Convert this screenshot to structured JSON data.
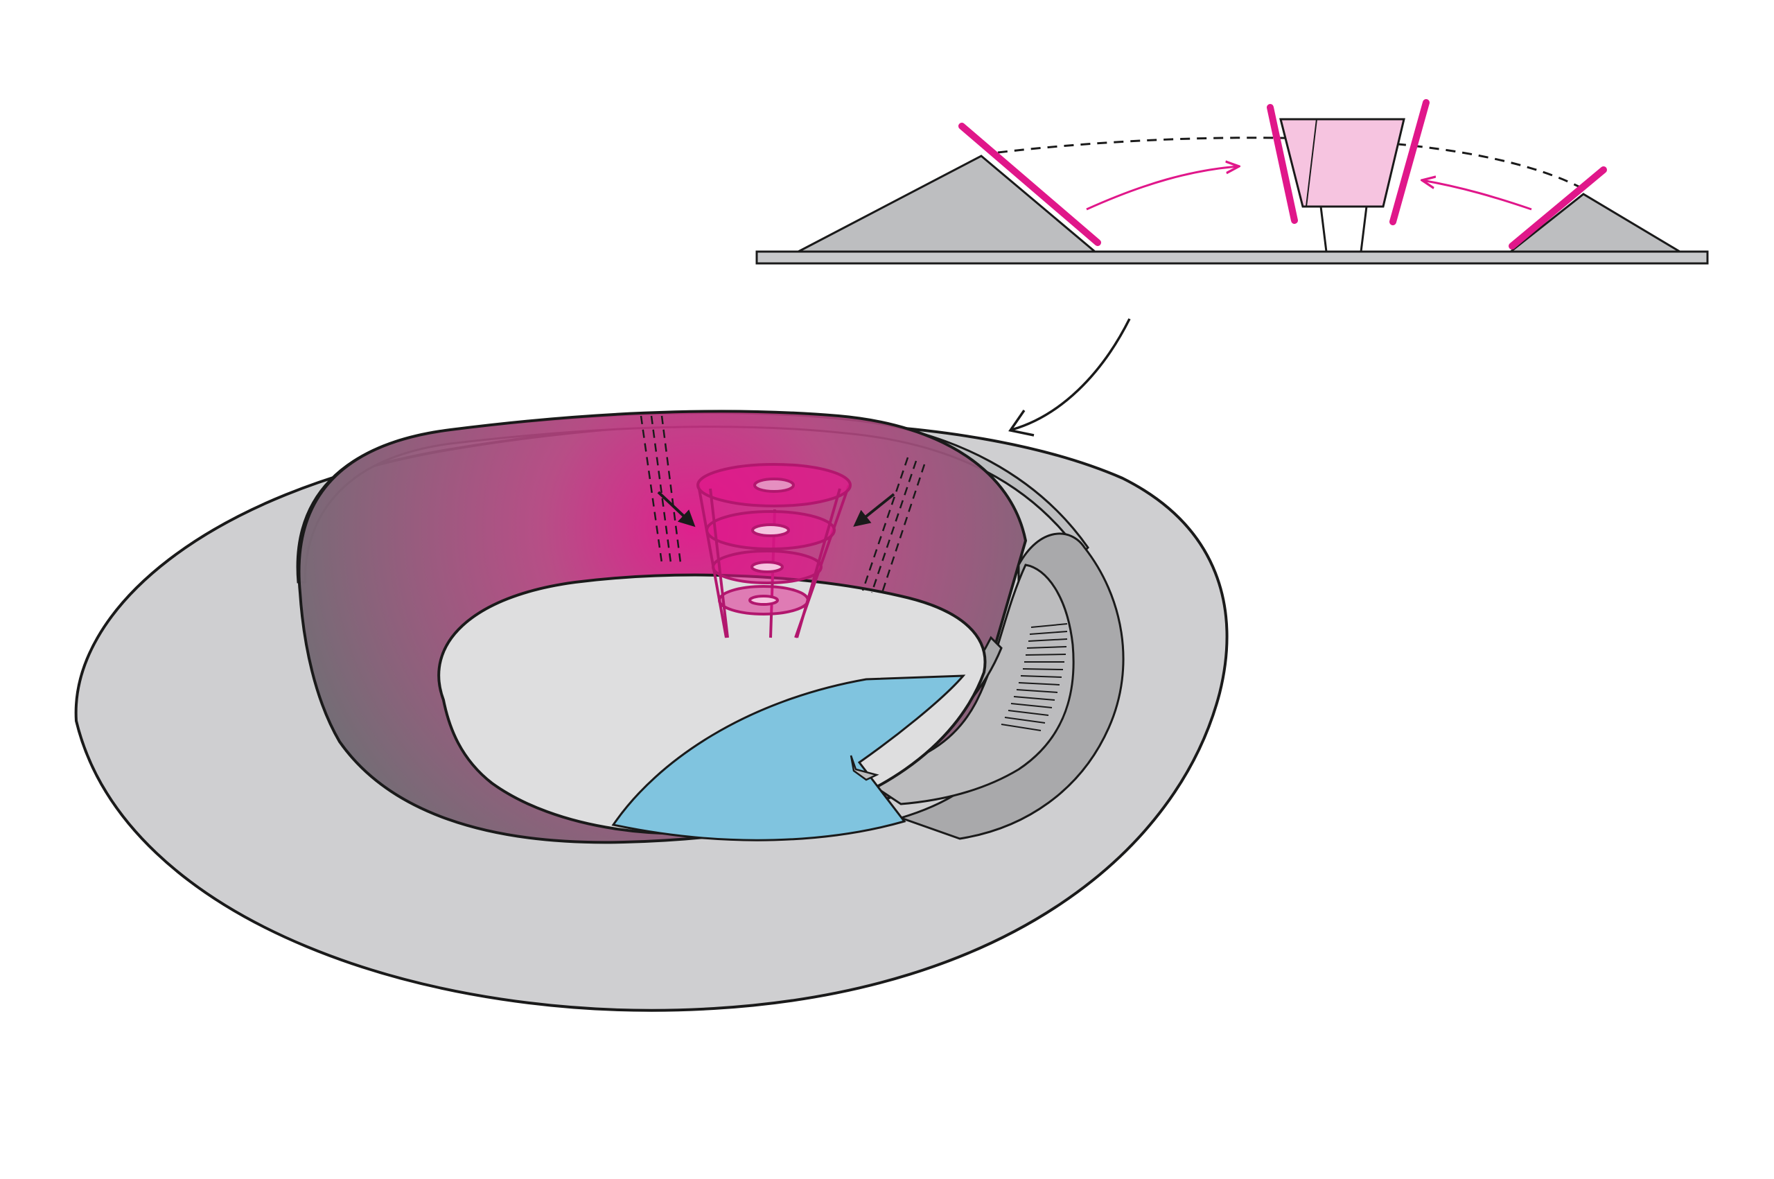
{
  "diagram": {
    "colors": {
      "background": "#ffffff",
      "outline": "#1a1a1a",
      "mound_gray": "#bdbec0",
      "ground_gray": "#c8c9cb",
      "outer_ring": "#cfcfd1",
      "floor": "#dededf",
      "water": "#80c4df",
      "magenta": "#e0178a",
      "magenta_light": "#f6c4e0",
      "wall_dark": "#6f6f74",
      "terrace": "#a9a9ab",
      "terrace_mid": "#bcbcbe"
    },
    "elements": [
      "section-ground-strip",
      "left-mound",
      "right-mound",
      "central-tower-section",
      "reflector-panels",
      "light-path-arrows",
      "dashed-light-arc",
      "transition-arrow",
      "bowl-outer-ring",
      "bowl-inner-wall",
      "bowl-floor",
      "water-pool",
      "terrace-steps",
      "spiral-tower-3d",
      "light-beam-dashes"
    ]
  }
}
